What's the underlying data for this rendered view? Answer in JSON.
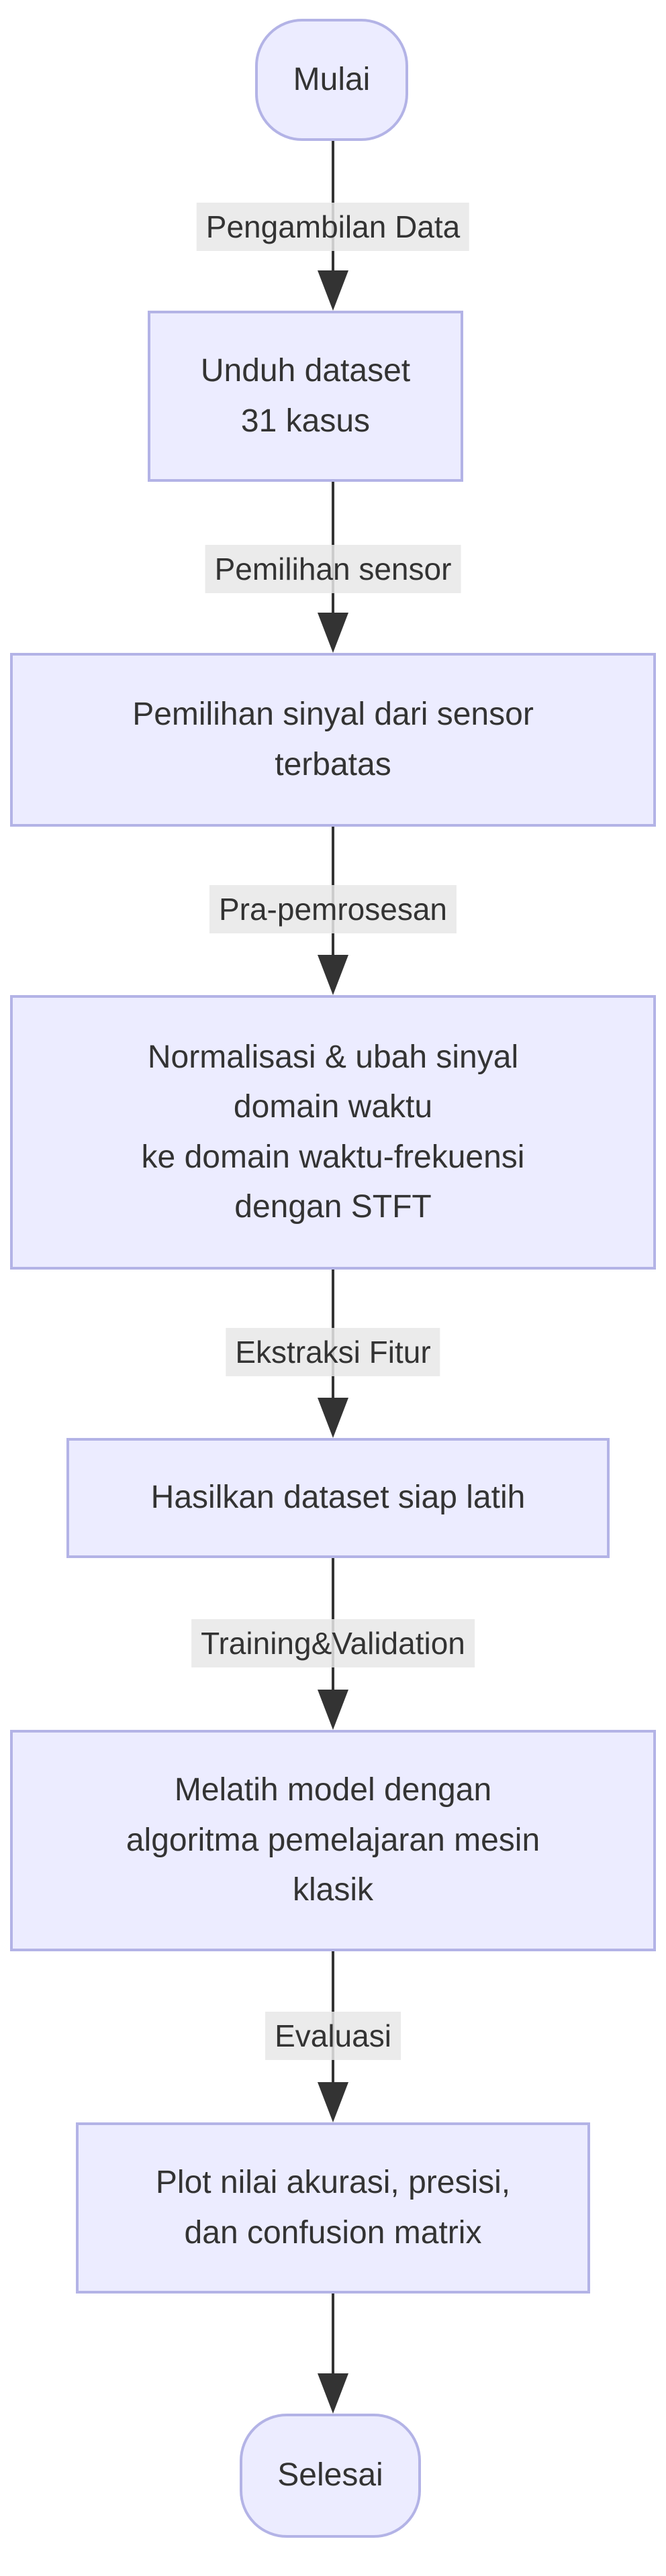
{
  "diagram": {
    "type": "flowchart",
    "direction": "top-down",
    "nodes": [
      {
        "id": "start",
        "shape": "stadium",
        "label": "Mulai"
      },
      {
        "id": "unduh",
        "shape": "rect",
        "label": "Unduh dataset\n31 kasus"
      },
      {
        "id": "pemilihan",
        "shape": "rect",
        "label": "Pemilihan sinyal dari sensor\nterbatas"
      },
      {
        "id": "normalisasi",
        "shape": "rect",
        "label": "Normalisasi & ubah sinyal\ndomain waktu\nke domain waktu-frekuensi\ndengan STFT"
      },
      {
        "id": "hasilkan",
        "shape": "rect",
        "label": "Hasilkan dataset siap latih"
      },
      {
        "id": "melatih",
        "shape": "rect",
        "label": "Melatih model dengan\nalgoritma pemelajaran mesin\nklasik"
      },
      {
        "id": "plot",
        "shape": "rect",
        "label": "Plot nilai akurasi, presisi,\ndan confusion matrix"
      },
      {
        "id": "end",
        "shape": "stadium",
        "label": "Selesai"
      }
    ],
    "edges": [
      {
        "from": "start",
        "to": "unduh",
        "label": "Pengambilan Data"
      },
      {
        "from": "unduh",
        "to": "pemilihan",
        "label": "Pemilihan sensor"
      },
      {
        "from": "pemilihan",
        "to": "normalisasi",
        "label": "Pra-pemrosesan"
      },
      {
        "from": "normalisasi",
        "to": "hasilkan",
        "label": "Ekstraksi Fitur"
      },
      {
        "from": "hasilkan",
        "to": "melatih",
        "label": "Training&Validation"
      },
      {
        "from": "melatih",
        "to": "plot",
        "label": "Evaluasi"
      },
      {
        "from": "plot",
        "to": "end",
        "label": ""
      }
    ],
    "colors": {
      "node_fill": "#ECECFF",
      "node_border": "#B3B3E6",
      "edge_line": "#333333",
      "edge_label_bg": "#E8E8E8",
      "text": "#333333"
    }
  }
}
